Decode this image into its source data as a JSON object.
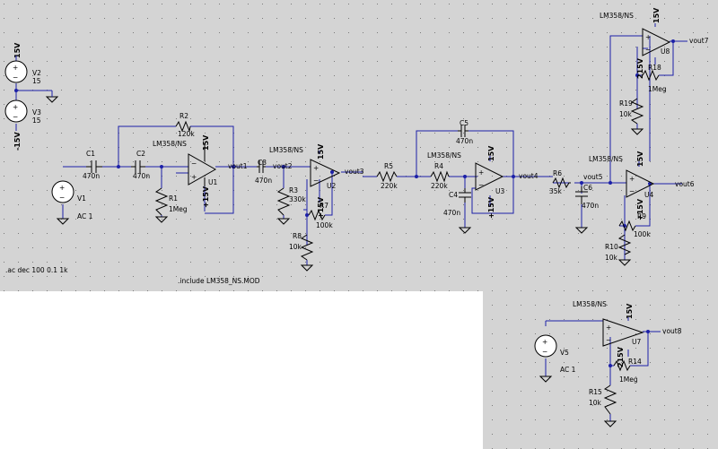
{
  "colors": {
    "sheet": "#d4d4d4",
    "wire": "#1c20a8",
    "component": "#000000",
    "empty": "#ffffff"
  },
  "directives": {
    "ac": ".ac dec 100 0.1 1k",
    "include": ".include LM358_NS.MOD"
  },
  "sources": {
    "v2": {
      "name": "V2",
      "value": "15",
      "net": "15V"
    },
    "v3": {
      "name": "V3",
      "value": "15",
      "net": "-15V"
    },
    "v1": {
      "name": "V1",
      "value": "AC 1"
    },
    "v5": {
      "name": "V5",
      "value": "AC 1"
    }
  },
  "opamps": {
    "u1": {
      "name": "U1",
      "model": "LM358/NS",
      "pos_supply": "15V",
      "neg_supply": "+15V"
    },
    "u2": {
      "name": "U2",
      "model": "LM358/NS",
      "pos_supply": "15V",
      "neg_supply": "+15V"
    },
    "u3": {
      "name": "U3",
      "model": "LM358/NS",
      "pos_supply": "15V",
      "neg_supply": "+15V"
    },
    "u4": {
      "name": "U4",
      "model": "LM358/NS",
      "pos_supply": "15V",
      "neg_supply": "+15V"
    },
    "u7": {
      "name": "U7",
      "model": "LM358/NS",
      "pos_supply": "15V",
      "neg_supply": "215V"
    },
    "u8": {
      "name": "U8",
      "model": "LM358/NS",
      "pos_supply": "15V",
      "neg_supply": "215V"
    }
  },
  "caps": {
    "c1": {
      "name": "C1",
      "value": "470n"
    },
    "c2": {
      "name": "C2",
      "value": "470n"
    },
    "c3": {
      "name": "C3",
      "value": "470n"
    },
    "c4": {
      "name": "C4",
      "value": "470n"
    },
    "c5": {
      "name": "C5",
      "value": "470n"
    },
    "c6": {
      "name": "C6",
      "value": "470n"
    }
  },
  "resistors": {
    "r1": {
      "name": "R1",
      "value": "1Meg"
    },
    "r2": {
      "name": "R2",
      "value": "120k"
    },
    "r3": {
      "name": "R3",
      "value": "330k"
    },
    "r4": {
      "name": "R4",
      "value": "220k"
    },
    "r5": {
      "name": "R5",
      "value": "220k"
    },
    "r6": {
      "name": "R6",
      "value": "35k"
    },
    "r7": {
      "name": "R7",
      "value": "100k"
    },
    "r8": {
      "name": "R8",
      "value": "10k"
    },
    "r9": {
      "name": "R9",
      "value": "100k"
    },
    "r10": {
      "name": "R10",
      "value": "10k"
    },
    "r14": {
      "name": "R14",
      "value": "1Meg"
    },
    "r15": {
      "name": "R15",
      "value": "10k"
    },
    "r18": {
      "name": "R18",
      "value": "1Meg"
    },
    "r19": {
      "name": "R19",
      "value": "10k"
    }
  },
  "nets": {
    "vout1": "vout1",
    "vout2": "vout2",
    "vout3": "vout3",
    "vout4": "vout4",
    "vout5": "vout5",
    "vout6": "vout6",
    "vout7": "vout7",
    "vout8": "vout8"
  }
}
